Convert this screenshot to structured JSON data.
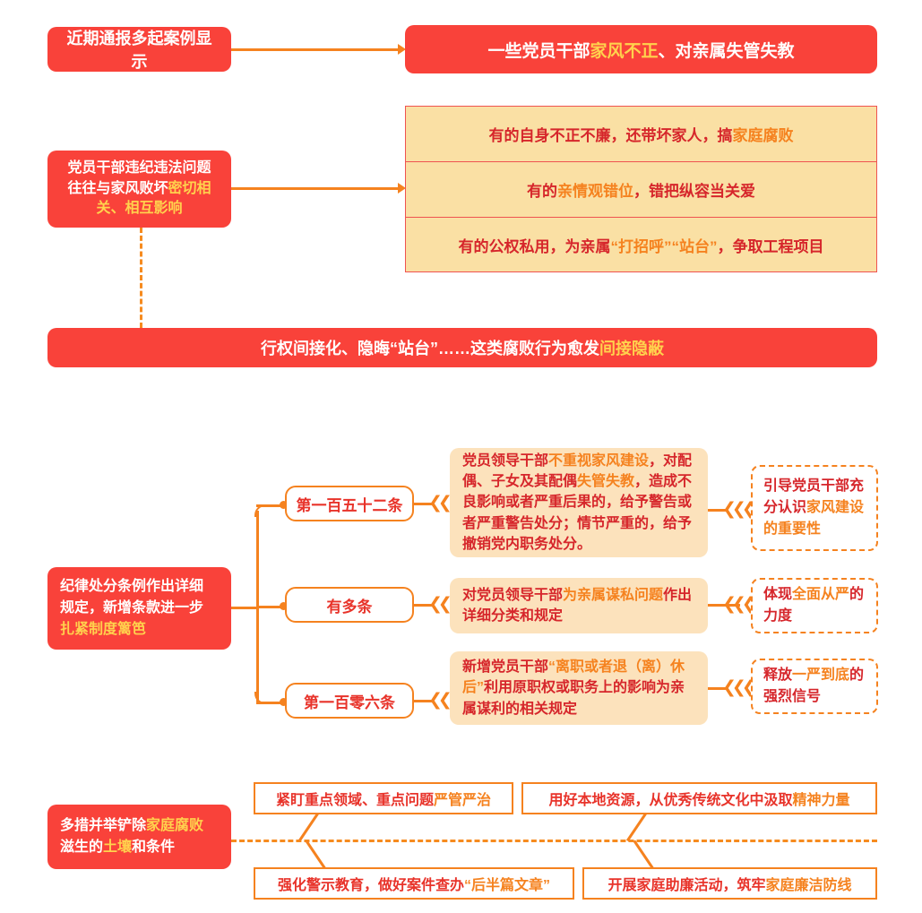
{
  "theme": {
    "red": "#F9423A",
    "orange": "#F5821F",
    "yellow": "#FFD24D",
    "cream": "#FAE0A4",
    "peach": "#FCE2BC",
    "dark_red": "#D6262B"
  },
  "section1": {
    "source_label": "近期通报多起案例显示",
    "headline_pre": "一些党员干部",
    "headline_hl": "家风不正",
    "headline_post": "、对亲属失管失教",
    "cause_box": {
      "line1": "党员干部违纪违法问题",
      "line2_pre": "往往与家风败坏",
      "line2_hl": "密切相",
      "line3_hl": "关、相互影响"
    },
    "table_rows": [
      {
        "pre": "有的自身不正不廉，还带坏家人，搞",
        "hl": "家庭腐败",
        "post": ""
      },
      {
        "pre": "有的",
        "hl": "亲情观错位",
        "post": "，错把纵容当关爱"
      },
      {
        "pre": "有的公权私用，为亲属",
        "hl": "“打招呼”“站台”",
        "post": "，争取工程项目"
      }
    ],
    "banner": {
      "pre": "行权间接化、隐晦“站台”……这类腐败行为愈发",
      "hl": "间接隐蔽"
    }
  },
  "section2": {
    "title_box": {
      "line1": "纪律处分条例作出详细",
      "line2": "规定，新增条款进一步",
      "line3_hl": "扎紧制度篱笆"
    },
    "branches": [
      {
        "pill": "第一百五十二条",
        "detail_pre": "党员领导干部",
        "detail_hl1": "不重视家风建设",
        "detail_mid": "，对配偶、子女及其配偶",
        "detail_hl2": "失管失教",
        "detail_post": "，造成不良影响或者严重后果的，给予警告或者严重警告处分；情节严重的，给予撤销党内职务处分。",
        "note_pre": "引导党员干部充分认识",
        "note_hl": "家风建设的重要性",
        "note_post": ""
      },
      {
        "pill": "有多条",
        "detail_pre": "对党员领导干部",
        "detail_hl1": "为亲属谋私问题",
        "detail_mid": "作出详细分类和规定",
        "detail_hl2": "",
        "detail_post": "",
        "note_pre": "体现",
        "note_hl": "全面从严",
        "note_post": "的力度"
      },
      {
        "pill": "第一百零六条",
        "detail_pre": "新增党员干部",
        "detail_hl1": "“离职或者退（离）休后”",
        "detail_mid": "利用原职权或职务上的影响为亲属谋利的相关规定",
        "detail_hl2": "",
        "detail_post": "",
        "note_pre": "释放",
        "note_hl": "一严到底",
        "note_post": "的强烈信号"
      }
    ]
  },
  "section3": {
    "title_box": {
      "line1_pre": "多措并举铲除",
      "line1_hl": "家庭腐败",
      "line2_pre": "滋生的",
      "line2_hl": "土壤",
      "line2_post": "和条件"
    },
    "measures": [
      {
        "pre": "紧盯重点领域、重点问题",
        "hl": "严管严治",
        "post": ""
      },
      {
        "pre": "用好本地资源，从优秀传统文化中汲取",
        "hl": "精神力量",
        "post": ""
      },
      {
        "pre": "强化警示教育，做好案件查办",
        "hl": "“后半篇文章”",
        "post": ""
      },
      {
        "pre": "开展家庭助廉活动，筑牢",
        "hl": "家庭廉洁防线",
        "post": ""
      }
    ]
  }
}
